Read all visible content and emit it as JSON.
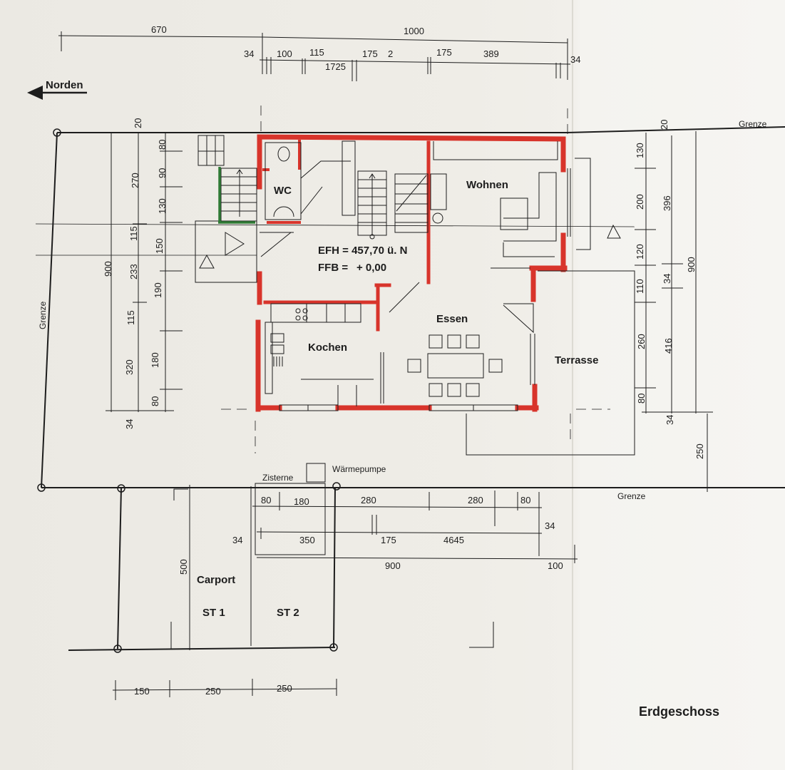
{
  "labels": {
    "norden": "Norden",
    "grenze": "Grenze",
    "wc": "WC",
    "wohnen": "Wohnen",
    "kochen": "Kochen",
    "essen": "Essen",
    "terrasse": "Terrasse",
    "efh": "EFH = 457,70 ü. N",
    "ffb_label": "FFB =",
    "ffb_value": "+ 0,00",
    "zisterne": "Zisterne",
    "waermepumpe": "Wärmepumpe",
    "carport": "Carport",
    "st1": "ST 1",
    "st2": "ST 2",
    "title": "Erdgeschoss"
  },
  "dims_top": {
    "d670": "670",
    "d1000": "1000",
    "d34a": "34",
    "d100": "100",
    "d115": "115",
    "d1725": "1725",
    "d175a": "175",
    "d2": "2",
    "d175b": "175",
    "d389": "389",
    "d34b": "34"
  },
  "dims_left": {
    "d20": "20",
    "d270": "270",
    "d80a": "80",
    "d90": "90",
    "d130": "130",
    "d115a": "115",
    "d150": "150",
    "d900": "900",
    "d233": "233",
    "d190": "190",
    "d115b": "115",
    "d320": "320",
    "d180": "180",
    "d80b": "80",
    "d34": "34"
  },
  "dims_right": {
    "d20": "20",
    "d130": "130",
    "d200": "200",
    "d396": "396",
    "d120": "120",
    "d900": "900",
    "d110": "110",
    "d34a": "34",
    "d260": "260",
    "d416": "416",
    "d80": "80",
    "d34b": "34",
    "d250": "250"
  },
  "dims_bottom": {
    "d80a": "80",
    "d180": "180",
    "d280a": "280",
    "d280b": "280",
    "d80b": "80",
    "d34a": "34",
    "d350": "350",
    "d175": "175",
    "d4645": "4645",
    "d34b": "34",
    "d900": "900",
    "d100": "100",
    "d500": "500",
    "d150": "150",
    "d250a": "250",
    "d250b": "250"
  },
  "colors": {
    "wall_red": "#d8342b",
    "wall_green": "#2f7a35",
    "line": "#1d1d1d"
  }
}
